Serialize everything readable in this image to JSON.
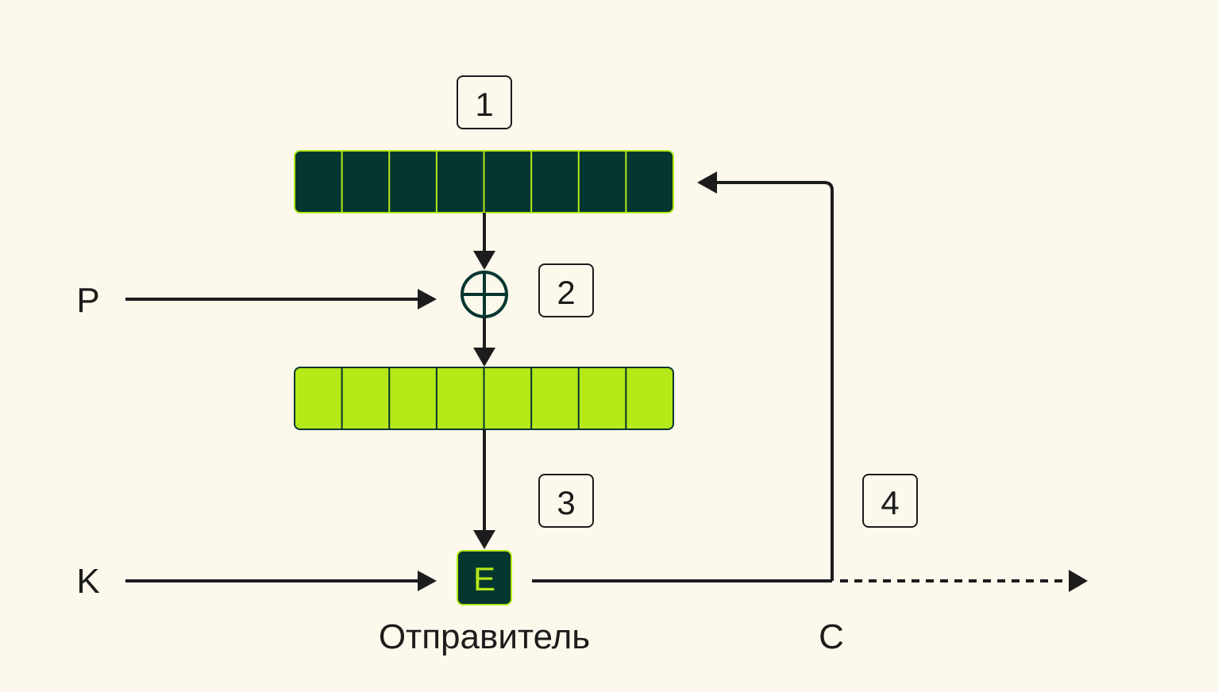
{
  "labels": {
    "plaintext": "P",
    "key": "K",
    "ciphertext": "C",
    "sender": "Отправитель",
    "encrypt_block": "E"
  },
  "step_badges": [
    "1",
    "2",
    "3",
    "4"
  ],
  "registers": {
    "top_register": {
      "cells": 8
    },
    "bottom_register": {
      "cells": 8
    }
  },
  "colors": {
    "background": "#fdf8ec",
    "dark_green": "#053630",
    "lime": "#b5e917",
    "line": "#1c1c1c"
  }
}
